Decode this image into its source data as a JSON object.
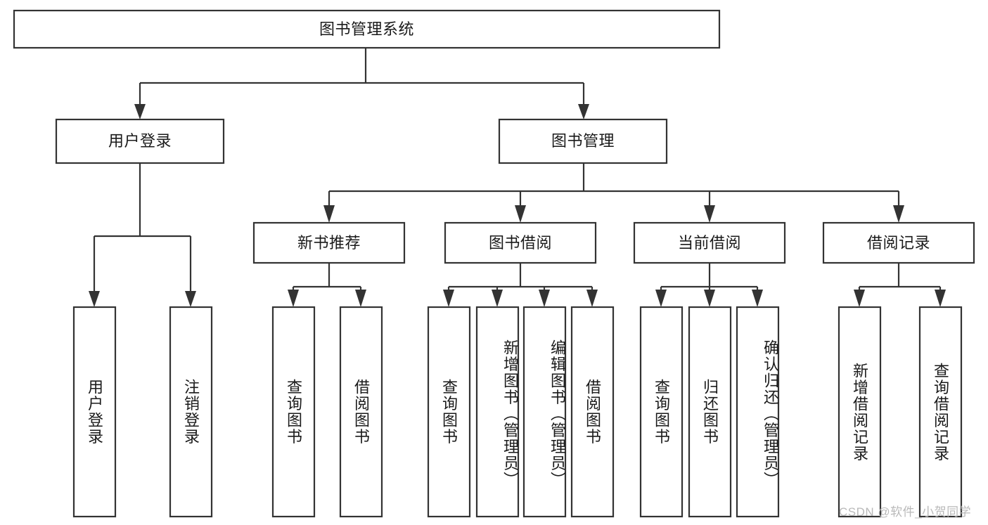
{
  "diagram": {
    "type": "tree-hierarchy",
    "title": "图书管理系统",
    "watermark": "CSDN @软件_小贺同学",
    "colors": {
      "stroke": "#333333",
      "box_fill": "#ffffff",
      "text": "#1a1a1a",
      "background": "#ffffff",
      "watermark": "#b9b9b9"
    },
    "root": {
      "id": "root",
      "label": "图书管理系统",
      "orientation": "horizontal"
    },
    "level2": [
      {
        "id": "user-login",
        "label": "用户登录",
        "orientation": "horizontal"
      },
      {
        "id": "book-management",
        "label": "图书管理",
        "orientation": "horizontal"
      }
    ],
    "level3": [
      {
        "id": "new-book-recommend",
        "label": "新书推荐",
        "orientation": "horizontal",
        "parent": "book-management"
      },
      {
        "id": "book-borrow",
        "label": "图书借阅",
        "orientation": "horizontal",
        "parent": "book-management"
      },
      {
        "id": "current-borrow",
        "label": "当前借阅",
        "orientation": "horizontal",
        "parent": "book-management"
      },
      {
        "id": "borrow-record",
        "label": "借阅记录",
        "orientation": "horizontal",
        "parent": "book-management"
      }
    ],
    "leaves": [
      {
        "id": "leaf-user-login",
        "label": "用户登录",
        "parent": "user-login",
        "orientation": "vertical"
      },
      {
        "id": "leaf-user-logout",
        "label": "注销登录",
        "parent": "user-login",
        "orientation": "vertical"
      },
      {
        "id": "leaf-query-book-1",
        "label": "查询图书",
        "parent": "new-book-recommend",
        "orientation": "vertical"
      },
      {
        "id": "leaf-borrow-book-1",
        "label": "借阅图书",
        "parent": "new-book-recommend",
        "orientation": "vertical"
      },
      {
        "id": "leaf-query-book-2",
        "label": "查询图书",
        "parent": "book-borrow",
        "orientation": "vertical"
      },
      {
        "id": "leaf-add-book",
        "label": "新增图书（管理员）",
        "parent": "book-borrow",
        "orientation": "vertical"
      },
      {
        "id": "leaf-edit-book",
        "label": "编辑图书（管理员）",
        "parent": "book-borrow",
        "orientation": "vertical"
      },
      {
        "id": "leaf-borrow-book-2",
        "label": "借阅图书",
        "parent": "book-borrow",
        "orientation": "vertical"
      },
      {
        "id": "leaf-query-book-3",
        "label": "查询图书",
        "parent": "current-borrow",
        "orientation": "vertical"
      },
      {
        "id": "leaf-return-book",
        "label": "归还图书",
        "parent": "current-borrow",
        "orientation": "vertical"
      },
      {
        "id": "leaf-confirm-return",
        "label": "确认归还（管理员）",
        "parent": "current-borrow",
        "orientation": "vertical"
      },
      {
        "id": "leaf-add-record",
        "label": "新增借阅记录",
        "parent": "borrow-record",
        "orientation": "vertical"
      },
      {
        "id": "leaf-query-record",
        "label": "查询借阅记录",
        "parent": "borrow-record",
        "orientation": "vertical"
      }
    ]
  }
}
